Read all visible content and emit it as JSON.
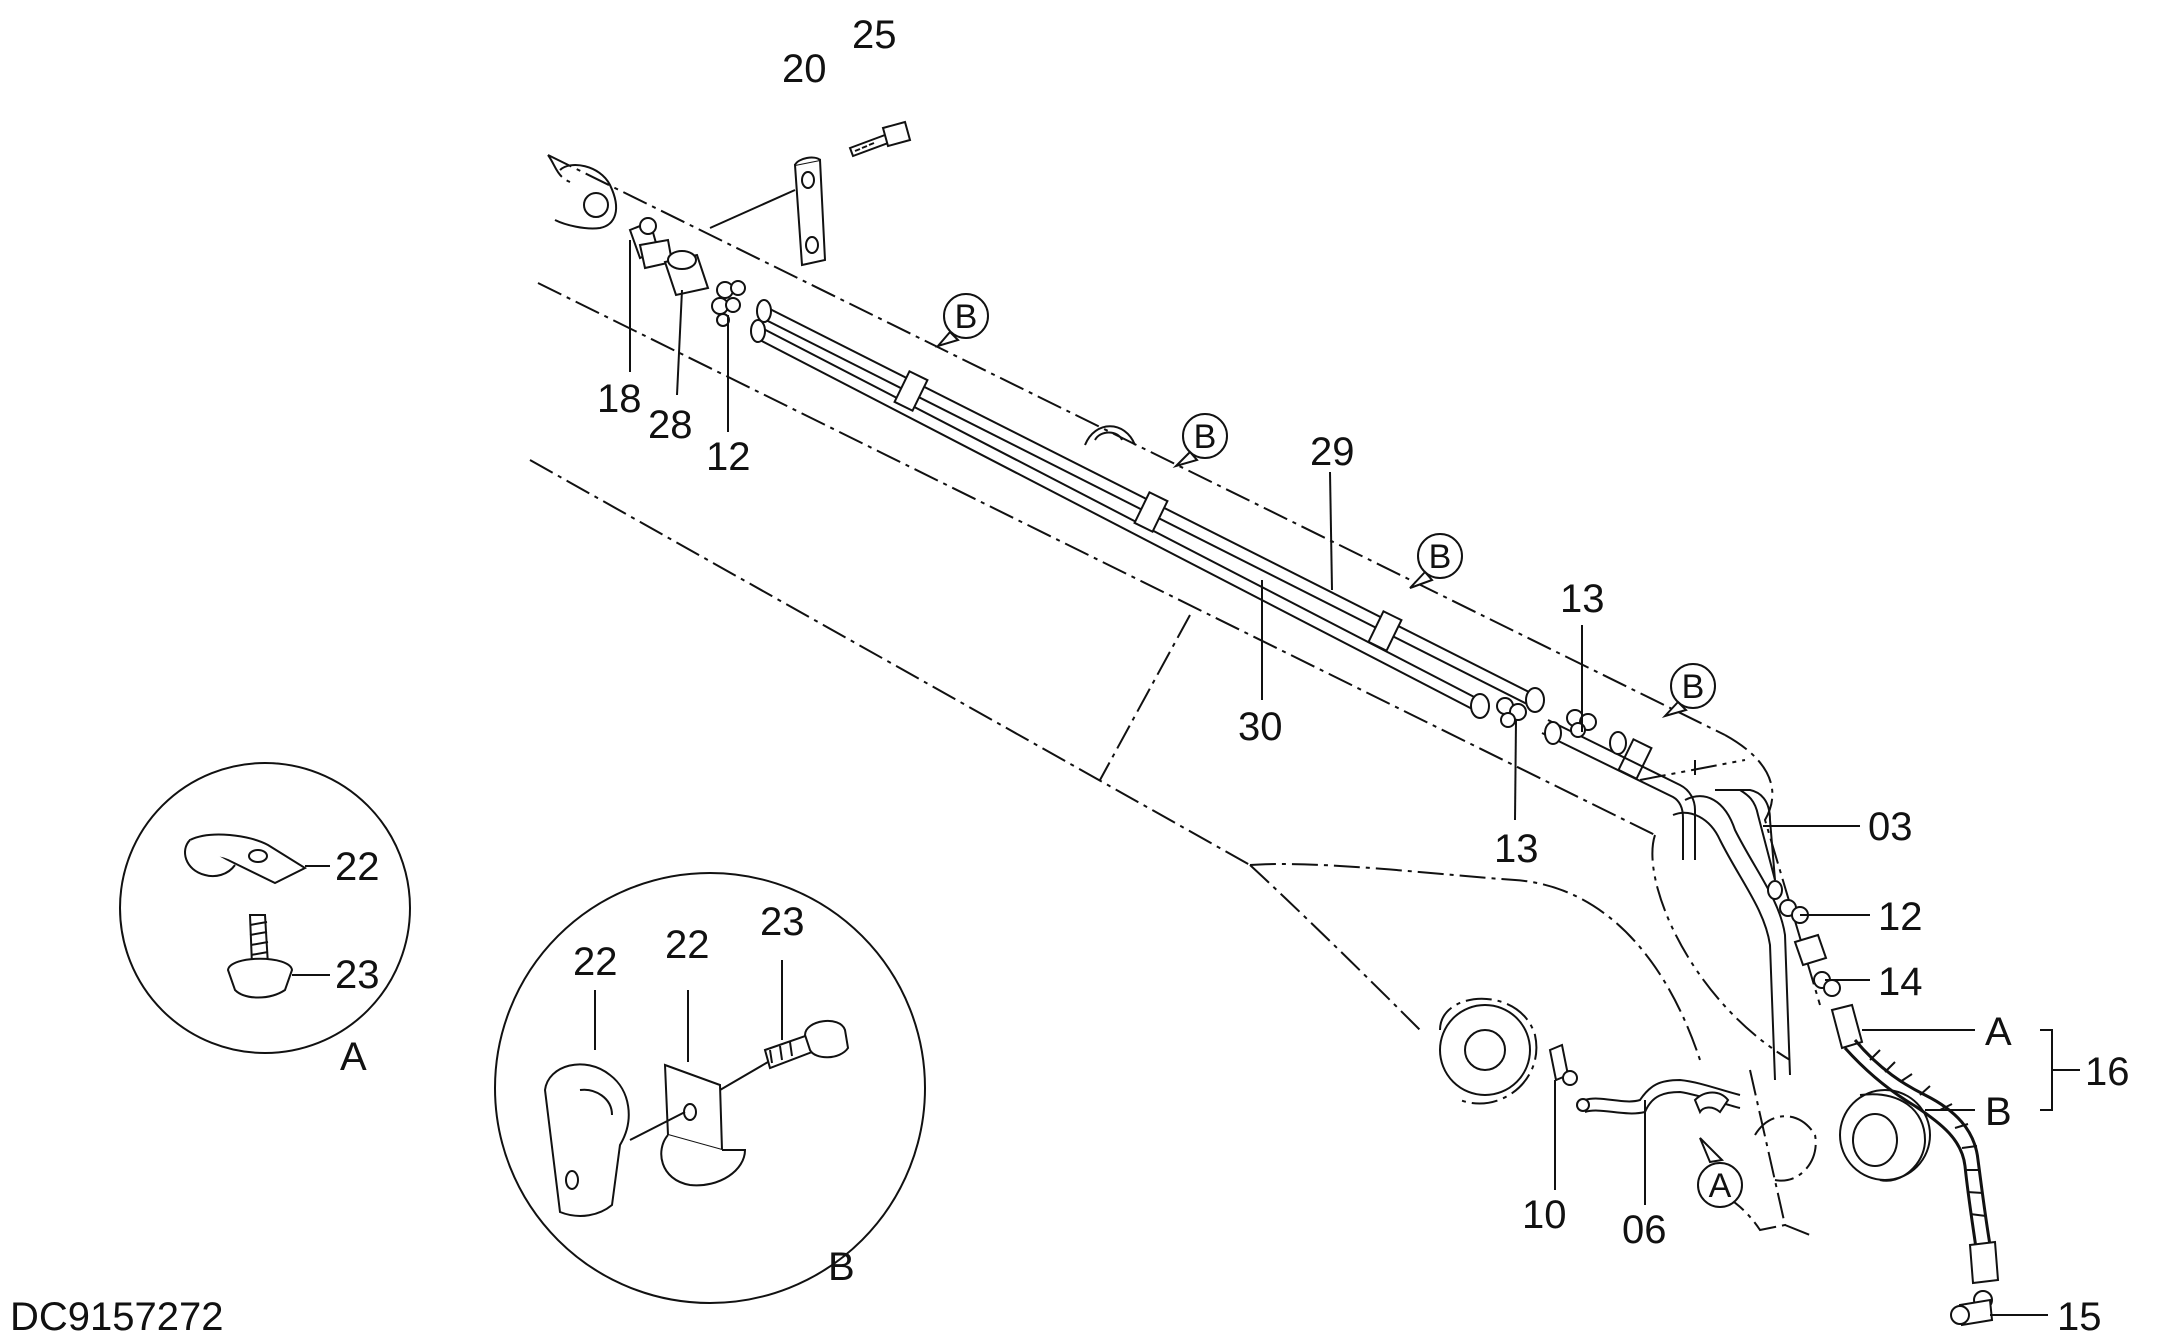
{
  "diagram_code": "DC9157272",
  "callouts": [
    "20",
    "25",
    "18",
    "28",
    "12",
    "29",
    "30",
    "13",
    "13",
    "03",
    "12",
    "14",
    "16",
    "15",
    "10",
    "06",
    "22",
    "23",
    "22",
    "22",
    "23"
  ],
  "view_labels": {
    "view_a": "A",
    "view_b": "B",
    "hose_end_a": "A",
    "hose_end_b": "B"
  },
  "section_markers": [
    "B",
    "B",
    "B",
    "B",
    "A"
  ]
}
